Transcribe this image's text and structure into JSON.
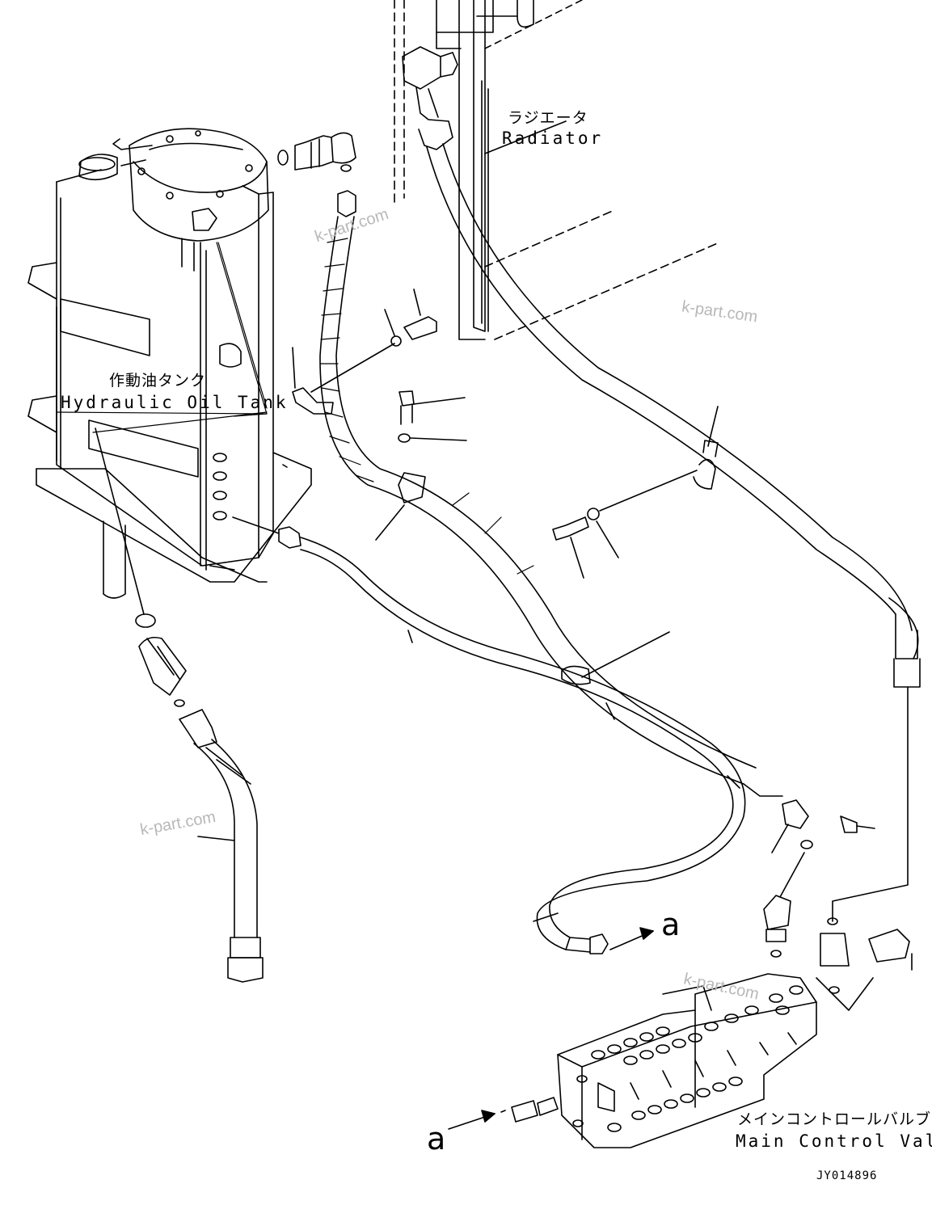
{
  "labels": {
    "radiator_jp": "ラジエータ",
    "radiator_en": "Radiator",
    "tank_jp": "作動油タンク",
    "tank_en": "Hydraulic Oil Tank",
    "valve_jp": "メインコントロールバルブ",
    "valve_en": "Main Control Valve",
    "ref_a": "a",
    "drawing_code": "JY014896"
  },
  "watermark": "k-part.com",
  "colors": {
    "line": "#000000",
    "watermark": "#b8b8b8",
    "background": "#ffffff"
  }
}
